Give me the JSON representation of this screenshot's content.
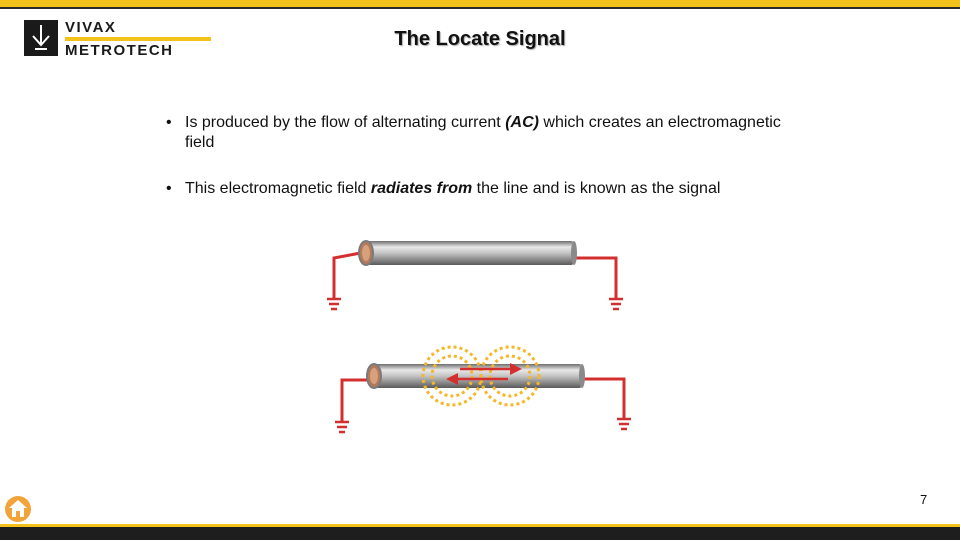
{
  "logo": {
    "line1": "VIVAX",
    "line2": "METROTECH"
  },
  "slide": {
    "title": "The Locate Signal",
    "page_number": "7"
  },
  "bullets": [
    {
      "marker": "•",
      "pre": "Is produced by the flow of alternating current ",
      "em": "(AC)",
      "post": " which creates an electromagnetic field"
    },
    {
      "marker": "•",
      "pre": "This electromagnetic field ",
      "em": "radiates from",
      "post": " the line and is known as the signal"
    }
  ],
  "colors": {
    "accent": "#F2C21A",
    "wire": "#D32F2F",
    "field": "#F5B728",
    "home_icon": "#F2A43A"
  },
  "icons": {
    "home": "home-icon",
    "ground": "ground-symbol-icon"
  }
}
